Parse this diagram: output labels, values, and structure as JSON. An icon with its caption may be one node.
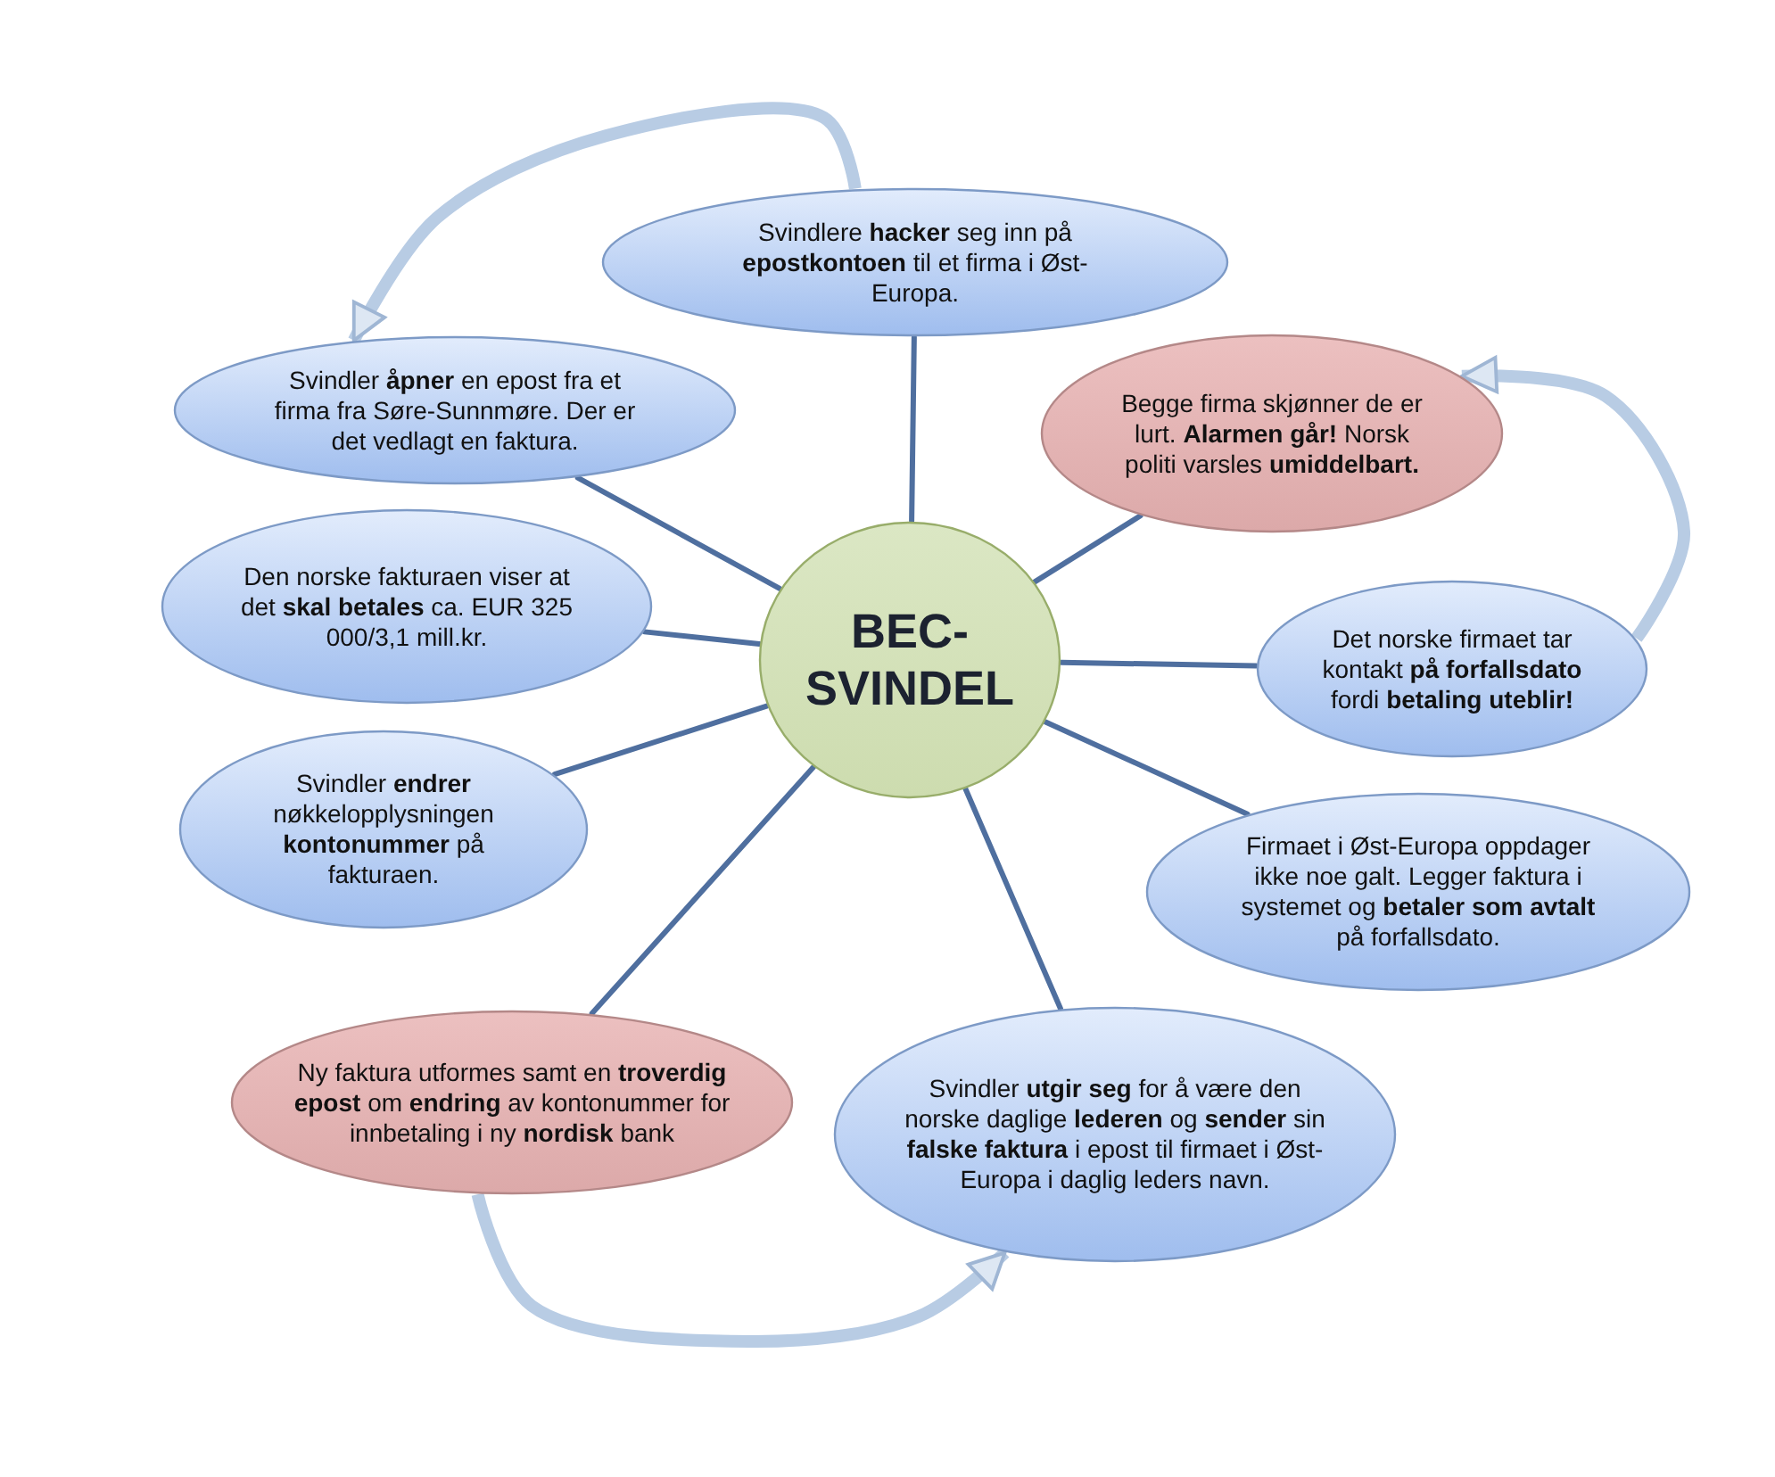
{
  "diagram": {
    "nodes": [
      {
        "text": [
          "Svindlere **hacker** seg inn på **epostkontoen** til et firma i Øst-Europa."
        ]
      },
      {
        "text": [
          "Svindler **åpner** en epost fra et firma fra Søre-Sunnmøre. Der er det vedlagt en faktura."
        ]
      },
      {
        "text": [
          "Begge firma skjønner de er lurt. **Alarmen går!** Norsk politi varsles **umiddelbart.**"
        ]
      },
      {
        "text": [
          "Den norske fakturaen viser at det **skal betales** ca. EUR 325 000/3,1 mill.kr."
        ]
      },
      {
        "text": [
          "BEC-SVINDEL"
        ]
      },
      {
        "text": [
          "Det norske firmaet tar kontakt **på forfallsdato** fordi **betaling uteblir!**"
        ]
      },
      {
        "text": [
          "Svindler **endrer** nøkkelopplysningen **kontonummer** på fakturaen."
        ]
      },
      {
        "text": [
          "Firmaet i Øst-Europa oppdager ikke noe galt. Legger faktura i systemet og **betaler som avtalt** på forfallsdato."
        ]
      },
      {
        "text": [
          "Ny faktura utformes samt en **troverdig epost** om **endring** av kontonummer for innbetaling i ny **nordisk** bank"
        ]
      },
      {
        "text": [
          "Svindler **utgir seg** for å være den norske daglige **lederen** og **sender** sin **falske faktura** i epost til firmaet i Øst-Europa i daglig leders navn."
        ]
      }
    ],
    "edges": [
      {
        "from": 4,
        "to": 0,
        "arrow": "none"
      },
      {
        "from": 4,
        "to": 1,
        "arrow": "none"
      },
      {
        "from": 4,
        "to": 2,
        "arrow": "none"
      },
      {
        "from": 4,
        "to": 3,
        "arrow": "none"
      },
      {
        "from": 4,
        "to": 5,
        "arrow": "none"
      },
      {
        "from": 4,
        "to": 6,
        "arrow": "none"
      },
      {
        "from": 4,
        "to": 7,
        "arrow": "none"
      },
      {
        "from": 4,
        "to": 8,
        "arrow": "none"
      },
      {
        "from": 4,
        "to": 9,
        "arrow": "none"
      },
      {
        "from": 0,
        "to": 1,
        "arrow": "to",
        "style": "thick",
        "color": "#b8cce4"
      },
      {
        "from": 5,
        "to": 2,
        "arrow": "to",
        "style": "thick",
        "color": "#b8cce4"
      },
      {
        "from": 8,
        "to": 9,
        "arrow": "to",
        "style": "thick",
        "color": "#b8cce4"
      }
    ]
  }
}
